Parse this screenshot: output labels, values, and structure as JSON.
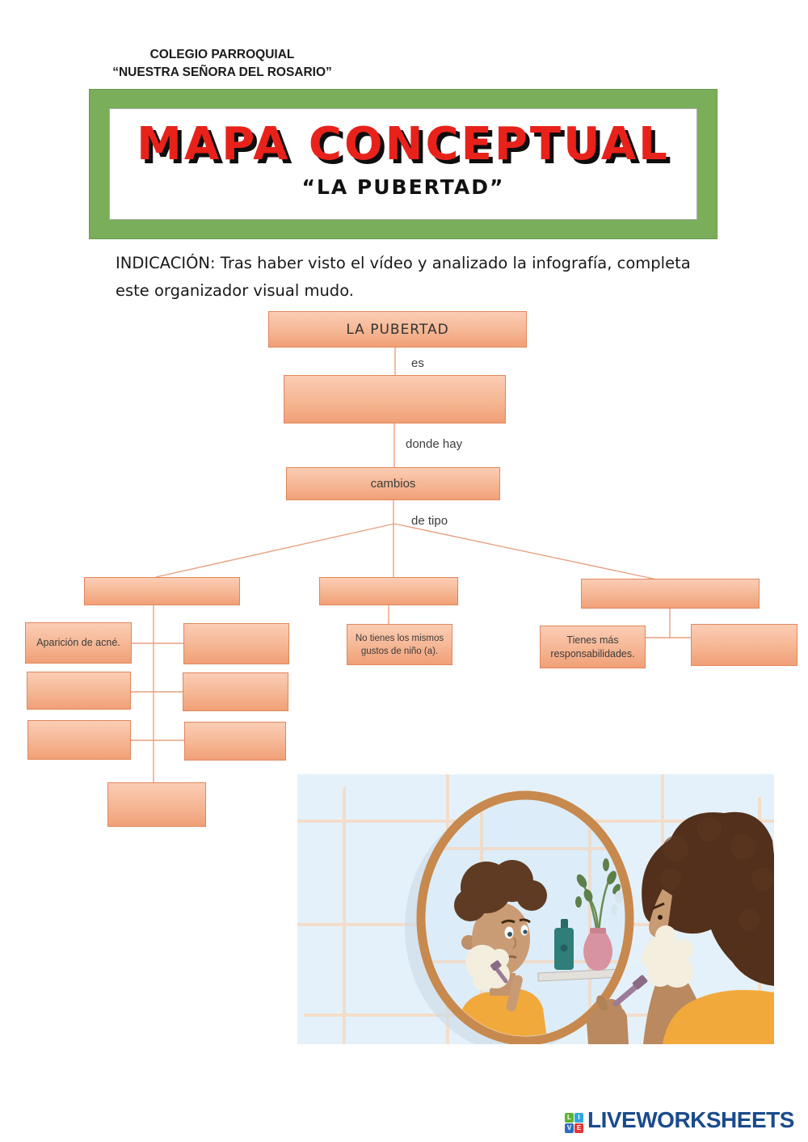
{
  "header": {
    "school_line1": "COLEGIO PARROQUIAL",
    "school_line2": "“NUESTRA SEÑORA DEL ROSARIO”"
  },
  "banner": {
    "title": "MAPA CONCEPTUAL",
    "subtitle": "“LA PUBERTAD”",
    "green": "#7BAE5B",
    "title_red": "#E8221B"
  },
  "instruction": {
    "line1": "INDICACIÓN: Tras haber visto el vídeo y analizado la infografía, completa",
    "line2": "este organizador visual mudo."
  },
  "map": {
    "root": "LA PUBERTAD",
    "labels": {
      "es": "es",
      "donde_hay": "donde hay",
      "de_tipo": "de tipo"
    },
    "cambios": "cambios",
    "answers": {
      "acne": "Aparición de acné.",
      "gustos": "No tienes los mismos gustos de niño (a).",
      "responsabilidades": "Tienes más responsabilidades."
    },
    "colors": {
      "box_top": "#FBCDB5",
      "box_bottom": "#F1A077",
      "box_border": "#E0875C",
      "connector": "#E9A181"
    }
  },
  "illustration": {
    "background": "#E5F1FA",
    "mirror_frame": "#C8894E",
    "shirt_orange": "#F2A93C"
  },
  "footer": {
    "brand": "LIVEWORKSHEETS",
    "brand_color": "#1A4B8C",
    "tiles": [
      {
        "letter": "L",
        "color": "#5CB531"
      },
      {
        "letter": "I",
        "color": "#2FA8E1"
      },
      {
        "letter": "V",
        "color": "#2B6FC2"
      },
      {
        "letter": "E",
        "color": "#E13632"
      }
    ]
  }
}
